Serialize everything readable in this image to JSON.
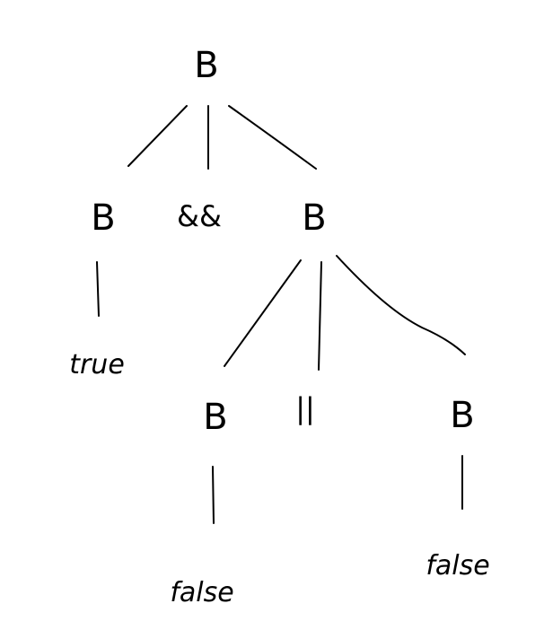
{
  "tree": {
    "root": {
      "label": "B"
    },
    "level1": {
      "left": "B",
      "operator": "&&",
      "right": "B"
    },
    "left_leaf": "true",
    "level2": {
      "left": "B",
      "operator": "||",
      "right": "B"
    },
    "level3": {
      "left_leaf": "false",
      "right_leaf": "false"
    }
  }
}
